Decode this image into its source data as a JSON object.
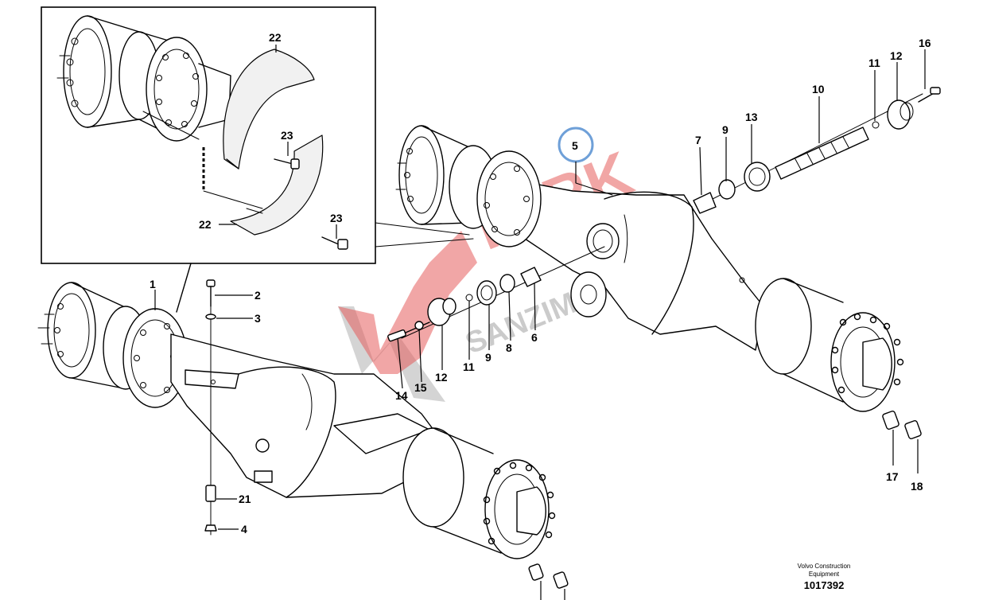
{
  "diagram": {
    "part_numbers": {
      "p1": "1",
      "p2": "2",
      "p3": "3",
      "p4": "4",
      "p5": "5",
      "p6": "6",
      "p7": "7",
      "p8": "8",
      "p9a": "9",
      "p9b": "9",
      "p10": "10",
      "p11a": "11",
      "p11b": "11",
      "p12a": "12",
      "p12b": "12",
      "p13": "13",
      "p14": "14",
      "p15": "15",
      "p16": "16",
      "p17": "17",
      "p18": "18",
      "p21": "21",
      "p22a": "22",
      "p22b": "22",
      "p23a": "23",
      "p23b": "23"
    },
    "highlight_color": "#6fa0d8",
    "watermark": {
      "text_main": "TURK",
      "text_sub": "SANZIMAN",
      "color_red": "#e0403f",
      "color_gray": "#9a9a9a"
    },
    "footer": {
      "line1": "Volvo Construction",
      "line2": "Equipment",
      "doc_number": "1017392"
    }
  }
}
